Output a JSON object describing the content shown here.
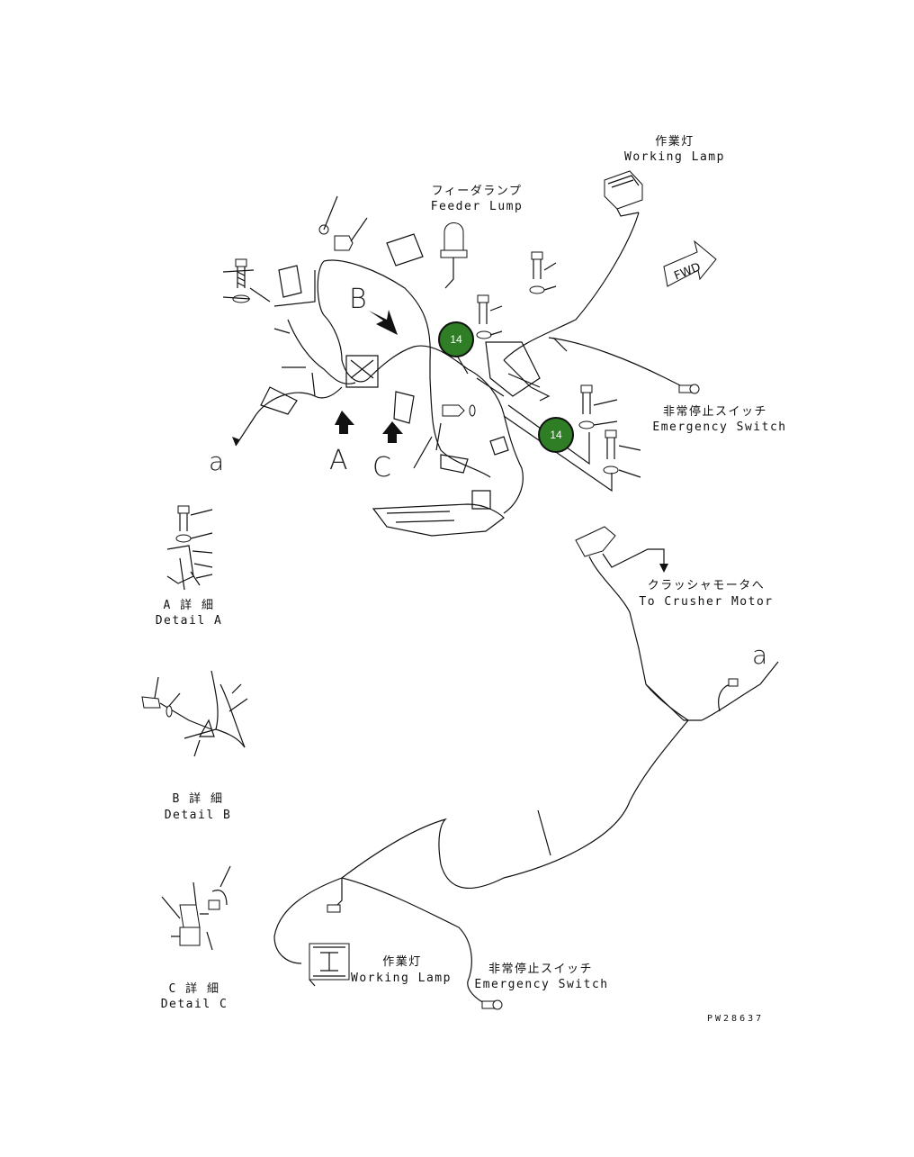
{
  "labels": {
    "working_lamp_top_jp": "作業灯",
    "working_lamp_top_en": "Working Lamp",
    "feeder_lamp_jp": "フィーダランプ",
    "feeder_lamp_en": "Feeder Lump",
    "fwd": "FWD",
    "emergency_top_jp": "非常停止スイッチ",
    "emergency_top_en": "Emergency Switch",
    "letter_b": "B",
    "letter_a": "A",
    "letter_c": "C",
    "letter_a_small": "a",
    "letter_a_small_2": "a",
    "detail_a_jp": "A 詳 細",
    "detail_a_en": "Detail A",
    "crusher_jp": "クラッシャモータへ",
    "crusher_en": "To Crusher Motor",
    "detail_b_jp": "B 詳 細",
    "detail_b_en": "Detail B",
    "detail_c_jp": "C 詳 細",
    "detail_c_en": "Detail C",
    "working_lamp_bottom_jp": "作業灯",
    "working_lamp_bottom_en": "Working Lamp",
    "emergency_bottom_jp": "非常停止スイッチ",
    "emergency_bottom_en": "Emergency Switch",
    "drawing_number": "PW28637"
  },
  "callouts": [
    {
      "number": "14"
    },
    {
      "number": "14"
    }
  ],
  "colors": {
    "callout_fill": "#2f7d24",
    "line": "#111111"
  }
}
